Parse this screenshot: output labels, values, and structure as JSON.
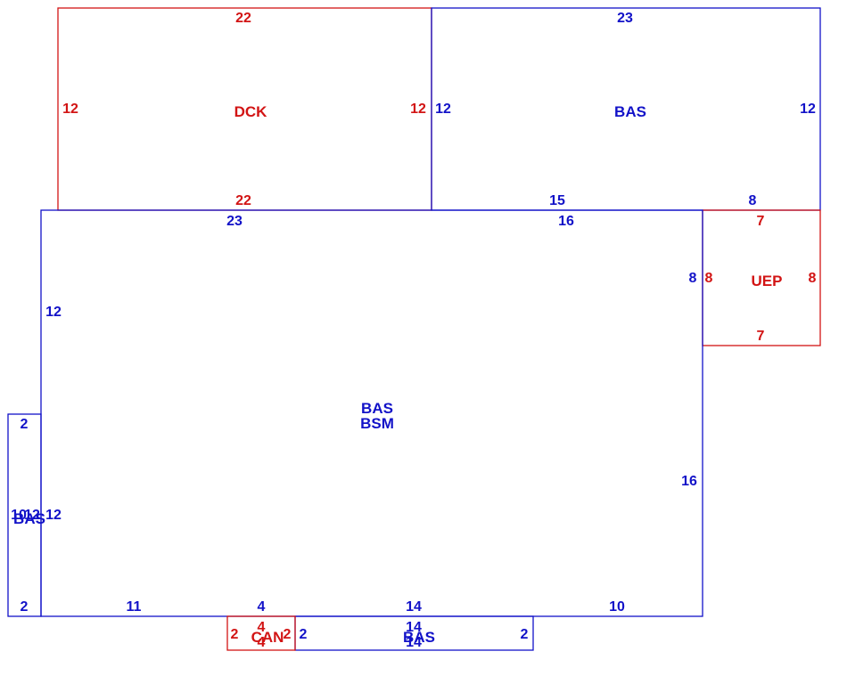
{
  "colors": {
    "blue": "#1212c8",
    "red": "#d21414",
    "background": "#ffffff"
  },
  "areas": {
    "dck": {
      "name": "DCK",
      "top": "22",
      "bottom": "22",
      "left": "12",
      "right": "12"
    },
    "bas_upper": {
      "name": "BAS",
      "top": "23",
      "bottom_left": "15",
      "bottom_right": "8",
      "left": "12",
      "right": "12"
    },
    "main": {
      "name_line1": "BAS",
      "name_line2": "BSM",
      "top_left": "23",
      "top_right": "16",
      "left": "12",
      "right_upper": "8",
      "right_lower": "16",
      "bottom_1": "11",
      "bottom_2": "4",
      "bottom_3": "14",
      "bottom_4": "10",
      "left_lower": "12"
    },
    "uep": {
      "name": "UEP",
      "top": "7",
      "bottom": "7",
      "left": "8",
      "right": "8"
    },
    "bas_left": {
      "name": "BAS",
      "top": "2",
      "bottom": "2",
      "left": "10",
      "right": "12"
    },
    "can": {
      "name": "CAN",
      "top": "4",
      "bottom": "4",
      "left": "2",
      "right": "2"
    },
    "bas_bottom": {
      "name": "BAS",
      "top": "14",
      "bottom": "14",
      "left": "2",
      "right": "2"
    }
  }
}
